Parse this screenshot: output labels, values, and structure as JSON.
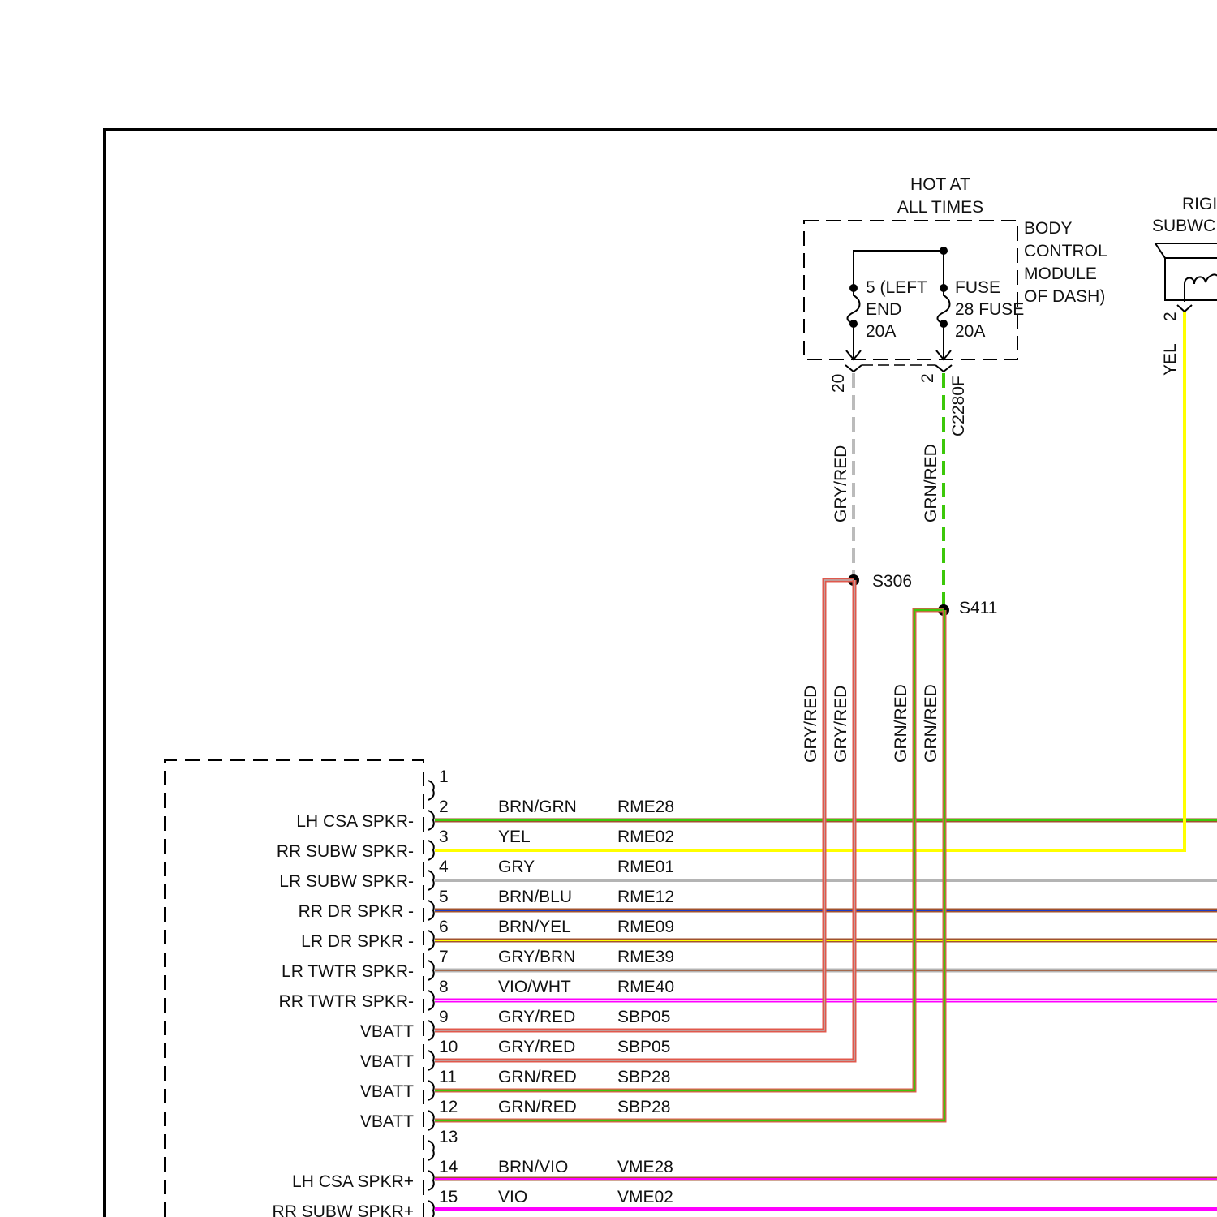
{
  "header": {
    "hot_line1": "HOT AT",
    "hot_line2": "ALL TIMES"
  },
  "bcm": {
    "label_lines": [
      "BODY",
      "CONTROL",
      "MODULE",
      "OF DASH)"
    ],
    "fuse_left_lines": [
      "5 (LEFT",
      "END",
      "20A"
    ],
    "fuse_right_lines": [
      "FUSE",
      "28 FUSE",
      "20A"
    ],
    "pin_left": "20",
    "pin_right": "2",
    "connector": "C2280F"
  },
  "subwoofer": {
    "label_line1": "RIGI",
    "label_line2": "SUBWC",
    "pin": "2",
    "wire_color_label": "YEL"
  },
  "upper_wires": {
    "left_color": "GRY/RED",
    "right_color": "GRN/RED"
  },
  "splices": [
    {
      "id": "S306"
    },
    {
      "id": "S411"
    }
  ],
  "lower_wire_labels": [
    "GRY/RED",
    "GRY/RED",
    "GRN/RED",
    "GRN/RED"
  ],
  "pins": [
    {
      "num": "1",
      "name": "",
      "color": "",
      "circuit": ""
    },
    {
      "num": "2",
      "name": "LH CSA SPKR-",
      "color": "BRN/GRN",
      "circuit": "RME28"
    },
    {
      "num": "3",
      "name": "RR SUBW SPKR-",
      "color": "YEL",
      "circuit": "RME02"
    },
    {
      "num": "4",
      "name": "LR SUBW SPKR-",
      "color": "GRY",
      "circuit": "RME01"
    },
    {
      "num": "5",
      "name": "RR DR SPKR -",
      "color": "BRN/BLU",
      "circuit": "RME12"
    },
    {
      "num": "6",
      "name": "LR DR SPKR -",
      "color": "BRN/YEL",
      "circuit": "RME09"
    },
    {
      "num": "7",
      "name": "LR TWTR SPKR-",
      "color": "GRY/BRN",
      "circuit": "RME39"
    },
    {
      "num": "8",
      "name": "RR TWTR SPKR-",
      "color": "VIO/WHT",
      "circuit": "RME40"
    },
    {
      "num": "9",
      "name": "VBATT",
      "color": "GRY/RED",
      "circuit": "SBP05"
    },
    {
      "num": "10",
      "name": "VBATT",
      "color": "GRY/RED",
      "circuit": "SBP05"
    },
    {
      "num": "11",
      "name": "VBATT",
      "color": "GRN/RED",
      "circuit": "SBP28"
    },
    {
      "num": "12",
      "name": "VBATT",
      "color": "GRN/RED",
      "circuit": "SBP28"
    },
    {
      "num": "13",
      "name": "",
      "color": "",
      "circuit": ""
    },
    {
      "num": "14",
      "name": "LH CSA SPKR+",
      "color": "BRN/VIO",
      "circuit": "VME28"
    },
    {
      "num": "15",
      "name": "RR SUBW SPKR+",
      "color": "VIO",
      "circuit": "VME02"
    }
  ],
  "wire_colors": {
    "brown": "#a0522d",
    "green": "#3cc80a",
    "yellow": "#ffff00",
    "gray": "#b4b4b4",
    "blue": "#1e3cc8",
    "violet": "#ff00ff",
    "white": "#ffffff",
    "red": "#e0584c"
  }
}
